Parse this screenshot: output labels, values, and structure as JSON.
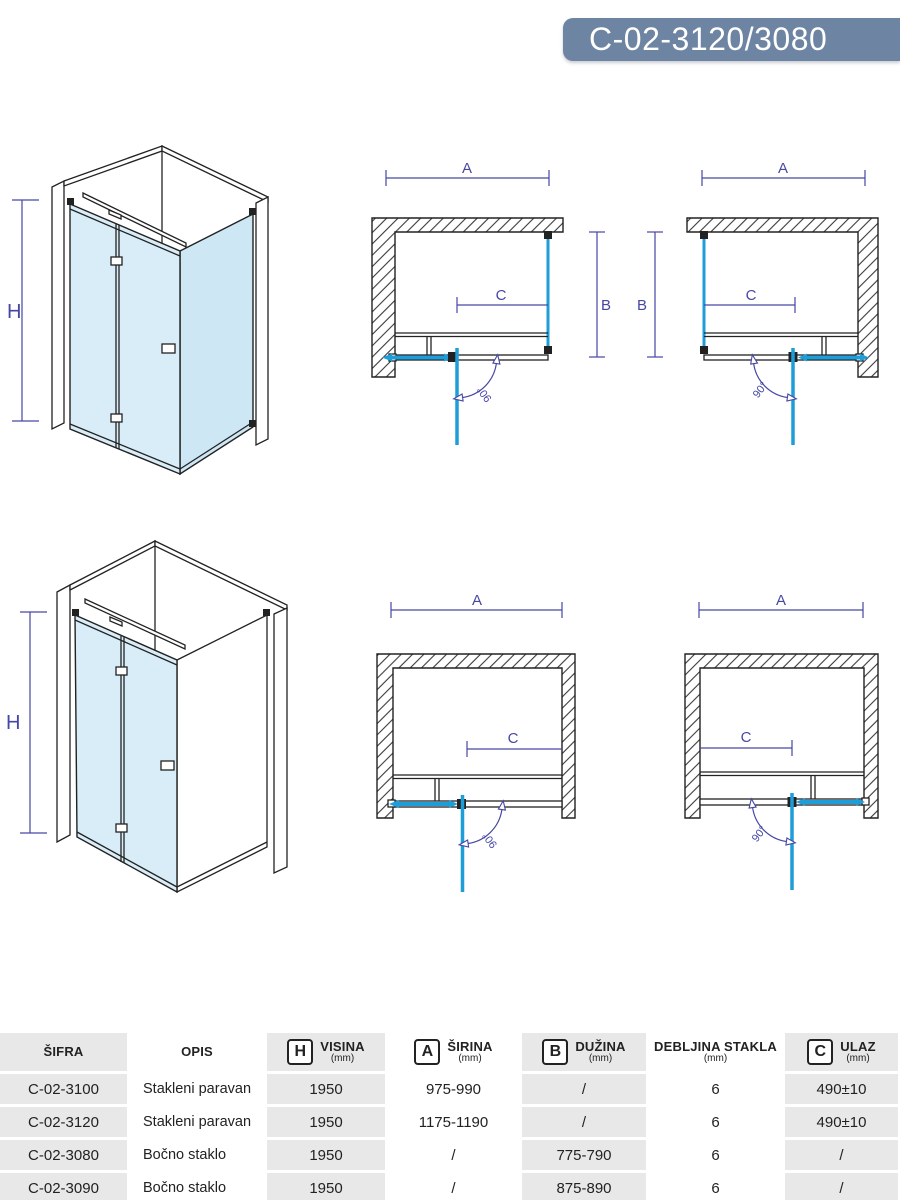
{
  "banner": {
    "text": "C-02-3120/3080",
    "bg_color": "#6e84a3"
  },
  "colors": {
    "dimension_blue": "#4747a3",
    "glass_cyan": "#1d9ed9",
    "glass_fill": "#d9edf8",
    "outline": "#222222",
    "table_shade": "#e8e8e8"
  },
  "labels": {
    "height": "H",
    "width": "A",
    "depth": "B",
    "entry": "C",
    "angle": "90°"
  },
  "table": {
    "headers": [
      {
        "letter": "",
        "title": "ŠIFRA",
        "unit": ""
      },
      {
        "letter": "",
        "title": "OPIS",
        "unit": ""
      },
      {
        "letter": "H",
        "title": "VISINA",
        "unit": "(mm)"
      },
      {
        "letter": "A",
        "title": "ŠIRINA",
        "unit": "(mm)"
      },
      {
        "letter": "B",
        "title": "DUŽINA",
        "unit": "(mm)"
      },
      {
        "letter": "",
        "title": "DEBLJINA STAKLA",
        "unit": "(mm)"
      },
      {
        "letter": "C",
        "title": "ULAZ",
        "unit": "(mm)"
      }
    ],
    "rows": [
      {
        "sifra": "C-02-3100",
        "opis": "Stakleni paravan",
        "visina": "1950",
        "sirina": "975-990",
        "duzina": "/",
        "debljina": "6",
        "ulaz": "490±10"
      },
      {
        "sifra": "C-02-3120",
        "opis": "Stakleni paravan",
        "visina": "1950",
        "sirina": "1175-1190",
        "duzina": "/",
        "debljina": "6",
        "ulaz": "490±10"
      },
      {
        "sifra": "C-02-3080",
        "opis": "Bočno staklo",
        "visina": "1950",
        "sirina": "/",
        "duzina": "775-790",
        "debljina": "6",
        "ulaz": "/"
      },
      {
        "sifra": "C-02-3090",
        "opis": "Bočno staklo",
        "visina": "1950",
        "sirina": "/",
        "duzina": "875-890",
        "debljina": "6",
        "ulaz": "/"
      }
    ]
  }
}
